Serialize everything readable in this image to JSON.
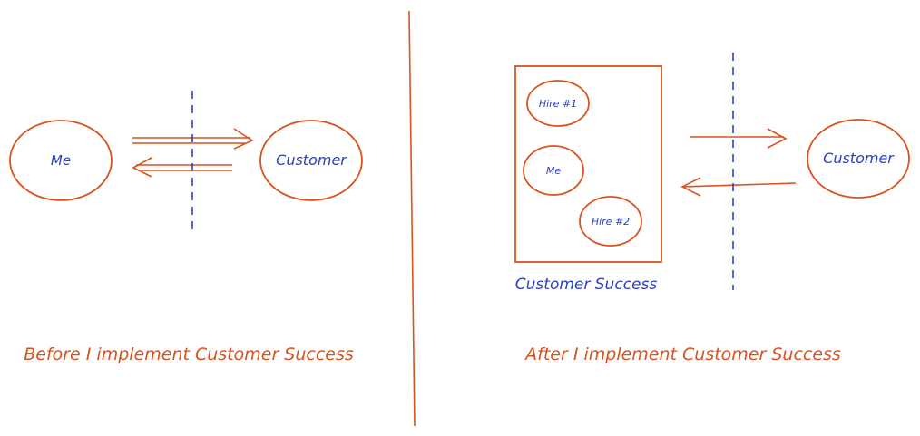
{
  "left_panel": {
    "me_label": "Me",
    "customer_label": "Customer",
    "caption": "Before I implement Customer Success"
  },
  "right_panel": {
    "hire1_label": "Hire #1",
    "me_label": "Me",
    "hire2_label": "Hire #2",
    "group_label": "Customer Success",
    "customer_label": "Customer",
    "caption": "After I implement Customer Success"
  },
  "colors": {
    "stroke": "#d9531e",
    "text_blue": "#2b3fc7",
    "caption": "#d9531e",
    "dashed": "#2b3fc7"
  }
}
